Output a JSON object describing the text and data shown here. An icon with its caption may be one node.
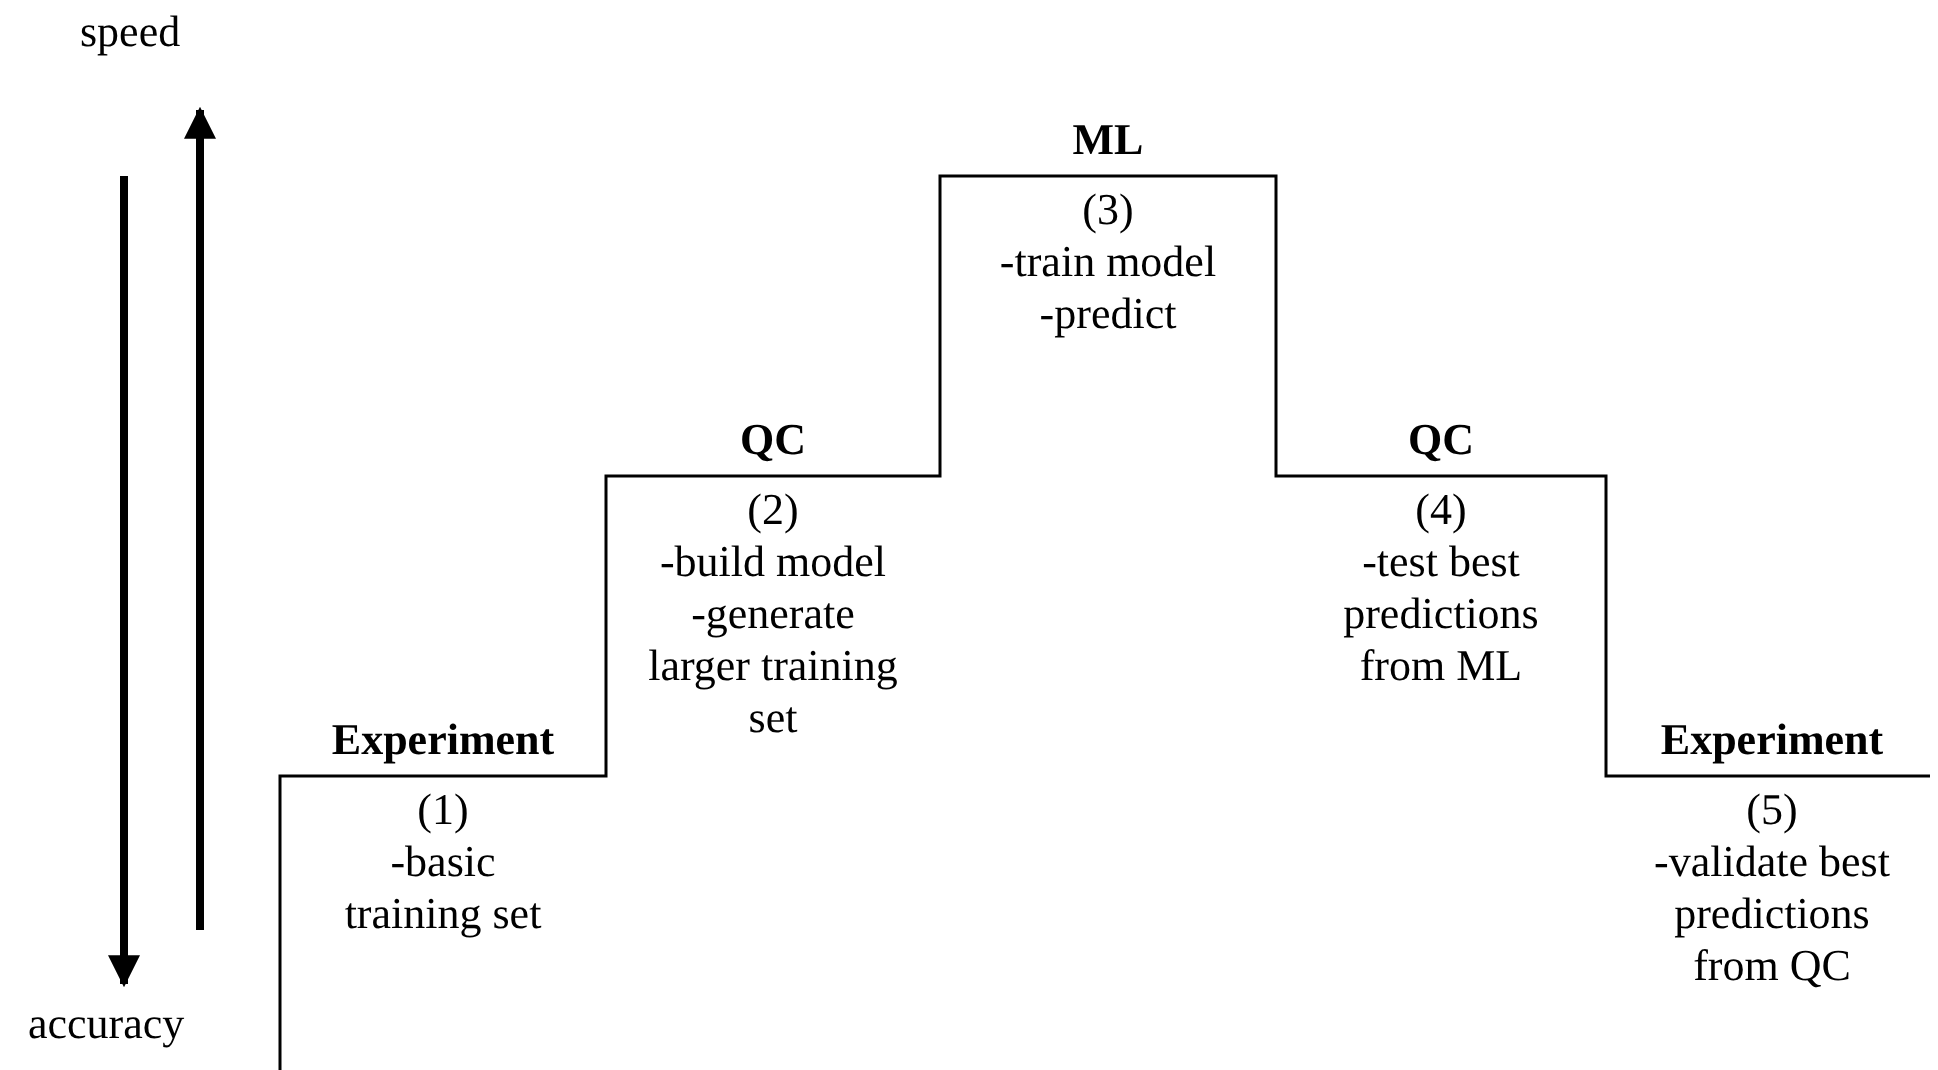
{
  "diagram": {
    "nodes": [
      {
        "text": [
          "Experiment",
          "(1)",
          "-basic training set"
        ]
      },
      {
        "text": [
          "QC",
          "(2)",
          "-build model",
          "-generate larger training set"
        ]
      },
      {
        "text": [
          "ML",
          "(3)",
          "-train model",
          "-predict"
        ]
      },
      {
        "text": [
          "QC",
          "(4)",
          "-test best predictions from ML"
        ]
      },
      {
        "text": [
          "Experiment",
          "(5)",
          "-validate best predictions from QC"
        ]
      }
    ],
    "labels": [
      "speed",
      "accuracy"
    ]
  }
}
